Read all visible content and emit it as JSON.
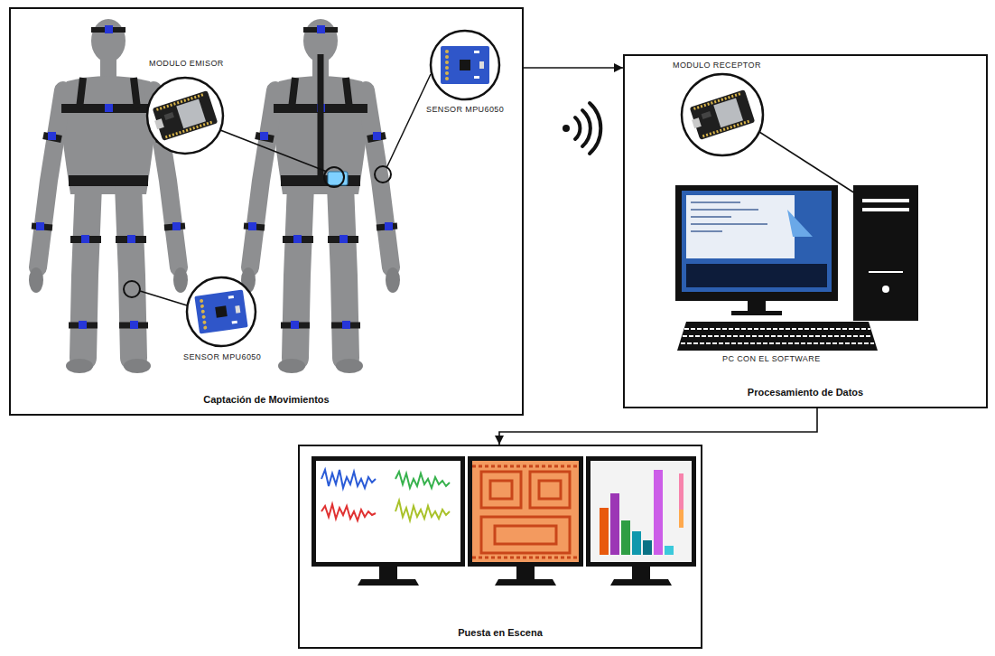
{
  "diagram": {
    "nodes": [
      {
        "text": [
          "Captación de Movimientos"
        ]
      },
      {
        "text": [
          "Procesamiento de Datos"
        ]
      },
      {
        "text": [
          "Puesta en Escena"
        ]
      }
    ],
    "edges": [
      {
        "from": 0,
        "to": 1,
        "arrow": "to"
      },
      {
        "from": 1,
        "to": 2,
        "arrow": "to"
      }
    ],
    "labels": [
      "MODULO EMISOR",
      "SENSOR MPU6050",
      "SENSOR MPU6050",
      "MODULO RECEPTOR",
      "PC CON EL SOFTWARE"
    ]
  }
}
